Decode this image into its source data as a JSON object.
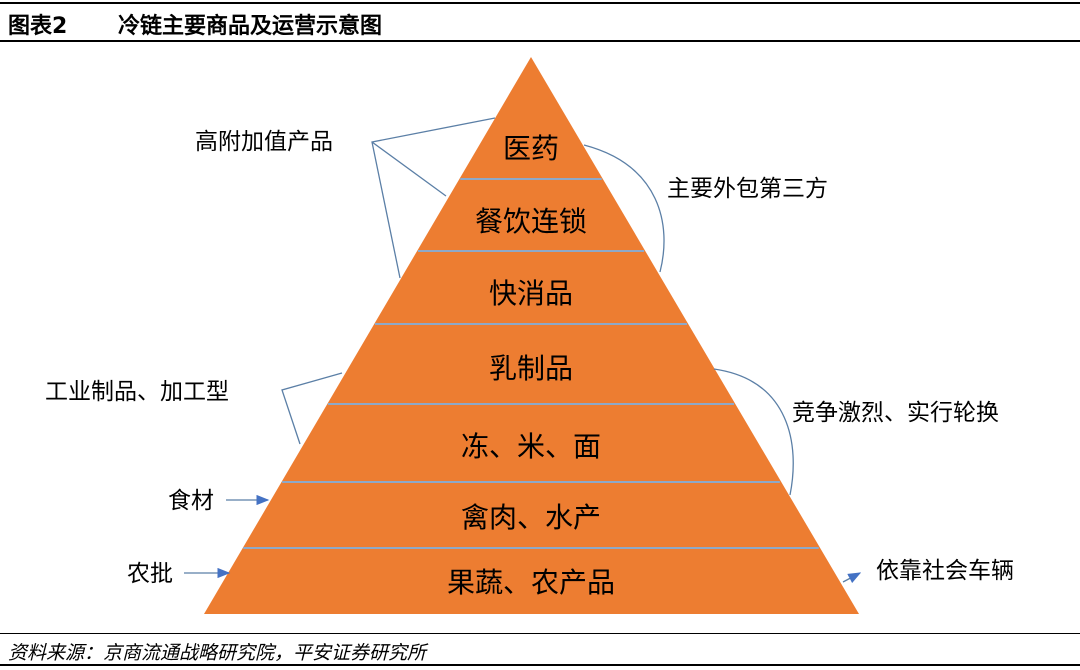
{
  "header": {
    "figure_number": "图表2",
    "title": "冷链主要商品及运营示意图"
  },
  "pyramid": {
    "fill_color": "#ED7D31",
    "divider_color": "#8EA9C8",
    "tiers": [
      {
        "label": "医药"
      },
      {
        "label": "餐饮连锁"
      },
      {
        "label": "快消品"
      },
      {
        "label": "乳制品"
      },
      {
        "label": "冻、米、面"
      },
      {
        "label": "禽肉、水产"
      },
      {
        "label": "果蔬、农产品"
      }
    ]
  },
  "annotations": {
    "left": {
      "high_value": "高附加值产品",
      "industrial": "工业制品、加工型",
      "ingredients": "食材",
      "wholesale": "农批"
    },
    "right": {
      "outsourced": "主要外包第三方",
      "competition": "竞争激烈、实行轮换",
      "self_vehicles": "依靠社会车辆"
    },
    "connector_color": "#5B7FA6"
  },
  "footer": {
    "source": "资料来源：京商流通战略研究院，平安证券研究所"
  }
}
